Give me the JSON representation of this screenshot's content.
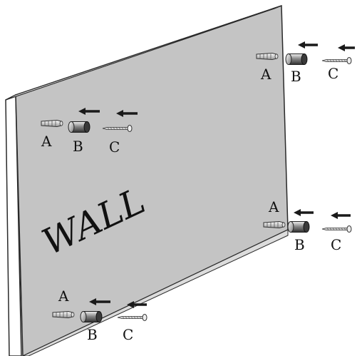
{
  "wall": {
    "text": "WALL",
    "face_color": "#c4c4c4",
    "edge_color": "#ffffff",
    "outline_color": "#2a2a2a"
  },
  "parts": {
    "anchor_letter": "A",
    "spacer_letter": "B",
    "screw_letter": "C",
    "anchor_icon": "wall-anchor-icon",
    "spacer_icon": "standoff-cap-icon",
    "screw_icon": "screw-icon",
    "arrow_icon": "left-arrow-icon",
    "arrow_color": "#1a1a1a"
  },
  "mount_points": [
    {
      "name": "upper-left"
    },
    {
      "name": "upper-right"
    },
    {
      "name": "lower-right"
    },
    {
      "name": "lower-left"
    }
  ]
}
